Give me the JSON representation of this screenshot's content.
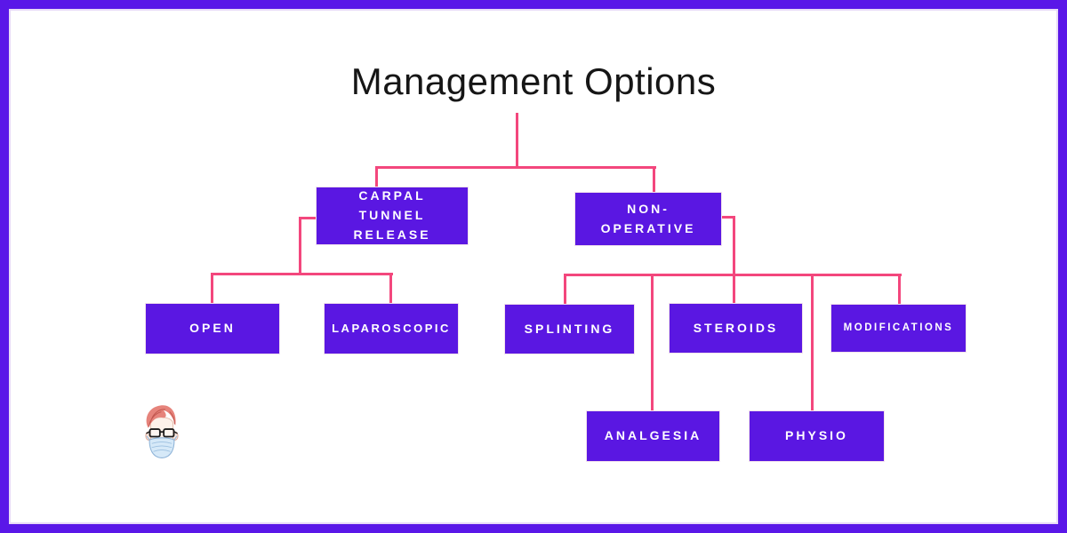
{
  "title": "Management Options",
  "colors": {
    "frame_border": "#5a17e8",
    "node_fill": "#5a17e2",
    "node_text": "#ffffff",
    "connector": "#f3477d",
    "title_text": "#161616"
  },
  "diagram": {
    "type": "tree",
    "root": "Management Options",
    "nodes": [
      {
        "id": "carpal-tunnel-release",
        "label": "CARPAL TUNNEL RELEASE",
        "parent": "Management Options"
      },
      {
        "id": "non-operative",
        "label": "NON-OPERATIVE",
        "parent": "Management Options"
      },
      {
        "id": "open",
        "label": "OPEN",
        "parent": "CARPAL TUNNEL RELEASE"
      },
      {
        "id": "laparoscopic",
        "label": "LAPAROSCOPIC",
        "parent": "CARPAL TUNNEL RELEASE"
      },
      {
        "id": "splinting",
        "label": "SPLINTING",
        "parent": "NON-OPERATIVE"
      },
      {
        "id": "steroids",
        "label": "STEROIDS",
        "parent": "NON-OPERATIVE"
      },
      {
        "id": "modifications",
        "label": "MODIFICATIONS",
        "parent": "NON-OPERATIVE"
      },
      {
        "id": "analgesia",
        "label": "ANALGESIA",
        "parent": "NON-OPERATIVE"
      },
      {
        "id": "physio",
        "label": "PHYSIO",
        "parent": "NON-OPERATIVE"
      }
    ]
  },
  "watermark": {
    "icon": "masked-surgeon-face-icon"
  }
}
